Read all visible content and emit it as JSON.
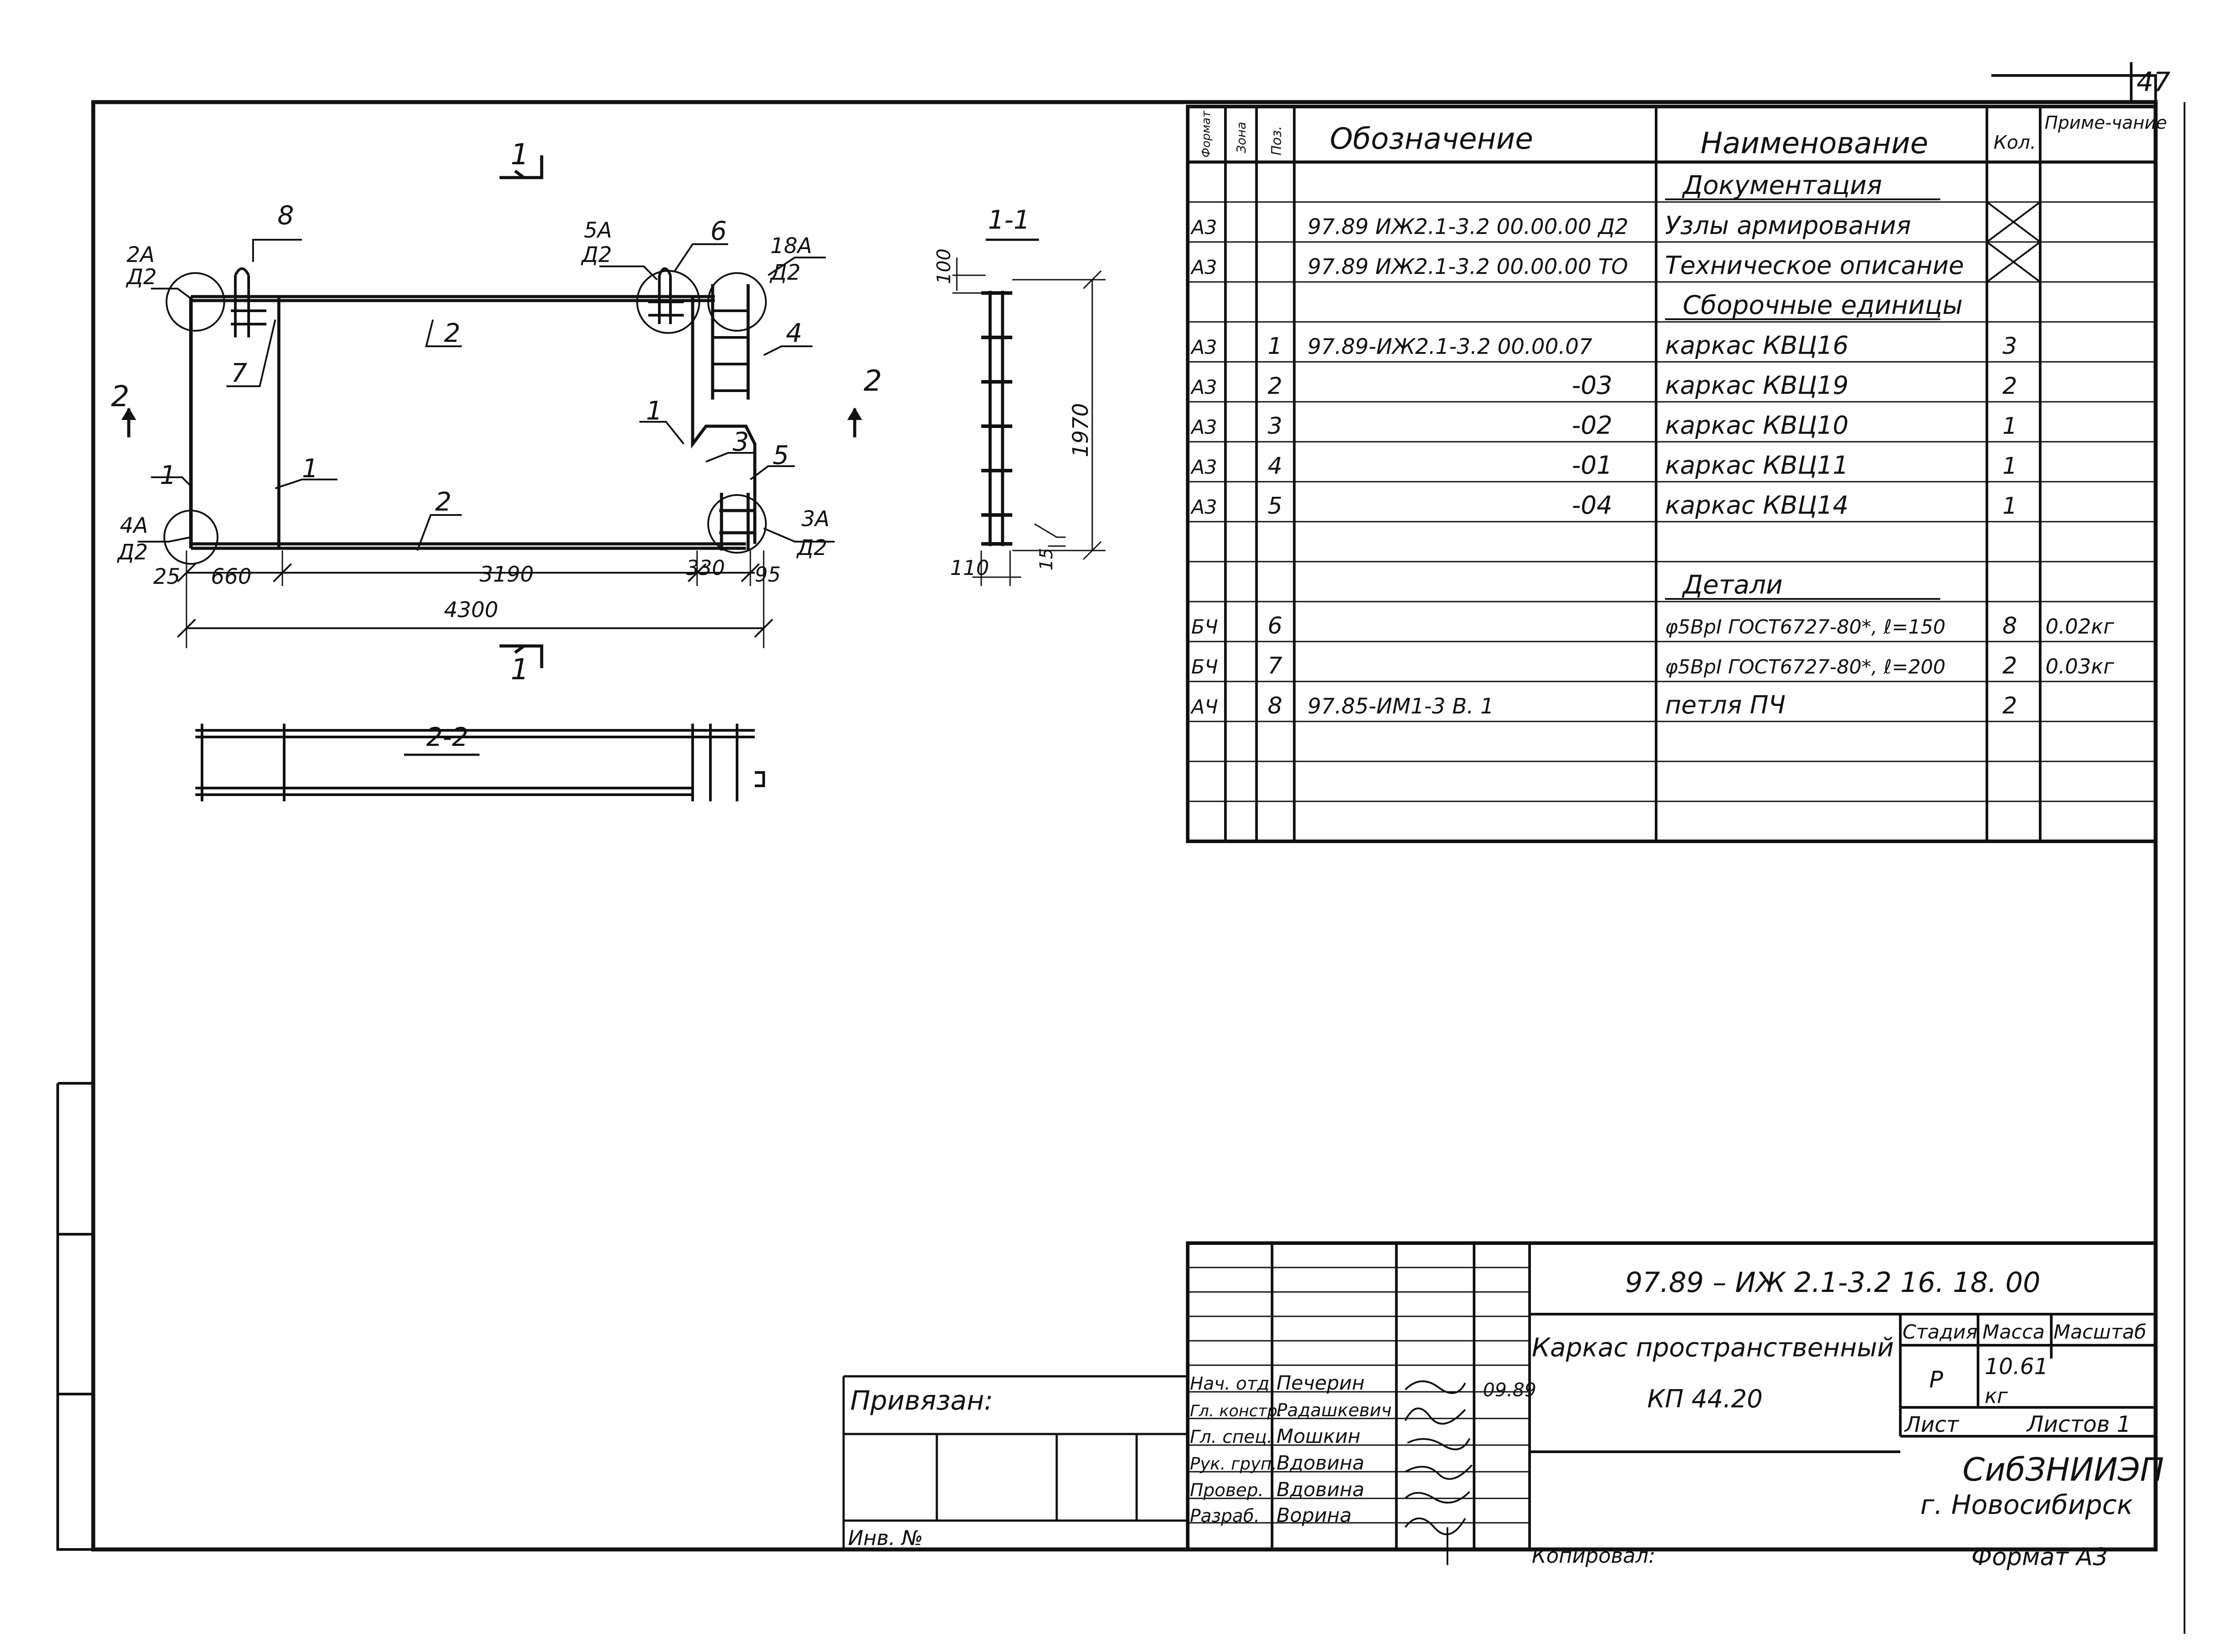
{
  "sheet_number": "47",
  "plan": {
    "section_marks": [
      "1",
      "1",
      "2",
      "2"
    ],
    "position_labels": [
      "1",
      "1",
      "1",
      "2",
      "2",
      "3",
      "4",
      "5",
      "6",
      "7",
      "8"
    ],
    "callouts": [
      {
        "top": "2А",
        "bottom": "Д2"
      },
      {
        "top": "4А",
        "bottom": "Д2"
      },
      {
        "top": "5А",
        "bottom": "Д2"
      },
      {
        "top": "18А",
        "bottom": "Д2"
      },
      {
        "top": "3А",
        "bottom": "Д2"
      }
    ],
    "dims": [
      "25",
      "660",
      "3190",
      "330",
      "95",
      "4300"
    ]
  },
  "section_1_1": {
    "title": "1-1",
    "dims": [
      "100",
      "1970",
      "110",
      "15"
    ]
  },
  "section_2_2": {
    "title": "2-2"
  },
  "spec": {
    "headers": {
      "format": "Формат",
      "zone": "Зона",
      "pos": "Поз.",
      "designation": "Обозначение",
      "name": "Наименование",
      "qty": "Кол.",
      "note": "Приме-чание"
    },
    "rows": [
      {
        "format": "",
        "pos": "",
        "designation": "",
        "name": "Документация",
        "qty": "",
        "note": "",
        "underline": true
      },
      {
        "format": "А3",
        "pos": "",
        "designation": "97.89 ИЖ2.1-3.2 00.00.00  Д2",
        "name": "Узлы армирования",
        "qty": "X",
        "note": ""
      },
      {
        "format": "А3",
        "pos": "",
        "designation": "97.89 ИЖ2.1-3.2 00.00.00  ТО",
        "name": "Техническое описание",
        "qty": "X",
        "note": ""
      },
      {
        "format": "",
        "pos": "",
        "designation": "",
        "name": "Сборочные единицы",
        "qty": "",
        "note": "",
        "underline": true
      },
      {
        "format": "А3",
        "pos": "1",
        "designation": "97.89-ИЖ2.1-3.2 00.00.07",
        "name": "каркас  КВЦ16",
        "qty": "3",
        "note": ""
      },
      {
        "format": "А3",
        "pos": "2",
        "designation": "-03",
        "name": "каркас  КВЦ19",
        "qty": "2",
        "note": ""
      },
      {
        "format": "А3",
        "pos": "3",
        "designation": "-02",
        "name": "каркас  КВЦ10",
        "qty": "1",
        "note": ""
      },
      {
        "format": "А3",
        "pos": "4",
        "designation": "-01",
        "name": "каркас  КВЦ11",
        "qty": "1",
        "note": ""
      },
      {
        "format": "А3",
        "pos": "5",
        "designation": "-04",
        "name": "каркас  КВЦ14",
        "qty": "1",
        "note": ""
      },
      {
        "format": "",
        "pos": "",
        "designation": "",
        "name": "",
        "qty": "",
        "note": ""
      },
      {
        "format": "",
        "pos": "",
        "designation": "",
        "name": "Детали",
        "qty": "",
        "note": "",
        "underline": true
      },
      {
        "format": "БЧ",
        "pos": "6",
        "designation": "",
        "name": "φ5ВрI ГОСТ6727-80*, ℓ=150",
        "qty": "8",
        "note": "0.02кг"
      },
      {
        "format": "БЧ",
        "pos": "7",
        "designation": "",
        "name": "φ5ВрI ГОСТ6727-80*, ℓ=200",
        "qty": "2",
        "note": "0.03кг"
      },
      {
        "format": "АЧ",
        "pos": "8",
        "designation": "97.85-ИМ1-3 В. 1",
        "name": "петля  ПЧ",
        "qty": "2",
        "note": ""
      },
      {
        "format": "",
        "pos": "",
        "designation": "",
        "name": "",
        "qty": "",
        "note": ""
      },
      {
        "format": "",
        "pos": "",
        "designation": "",
        "name": "",
        "qty": "",
        "note": ""
      },
      {
        "format": "",
        "pos": "",
        "designation": "",
        "name": "",
        "qty": "",
        "note": ""
      }
    ]
  },
  "title_block": {
    "privyazan": "Привязан:",
    "inv": "Инв. №",
    "doc_code": "97.89 – ИЖ 2.1-3.2   16. 18. 00",
    "item_name": "Каркас пространственный",
    "item_mark": "КП 44.20",
    "stage_label": "Стадия",
    "mass_label": "Масса",
    "scale_label": "Масштаб",
    "stage": "Р",
    "mass": "10.61",
    "mass_unit": "кг",
    "sheet_label": "Лист",
    "sheets_label": "Листов 1",
    "org": "СибЗНИИЭП",
    "city": "г. Новосибирск",
    "date": "09.89",
    "roles": [
      "Нач. отд.",
      "Гл. констр.",
      "Гл. спец.",
      "Рук. груп.",
      "Провер.",
      "Разраб."
    ],
    "people": [
      "Печерин",
      "Радашкевич",
      "Мошкин",
      "Вдовина",
      "Вдовина",
      "Ворина"
    ]
  },
  "copied_by": "Копировал:",
  "format": "Формат А3"
}
